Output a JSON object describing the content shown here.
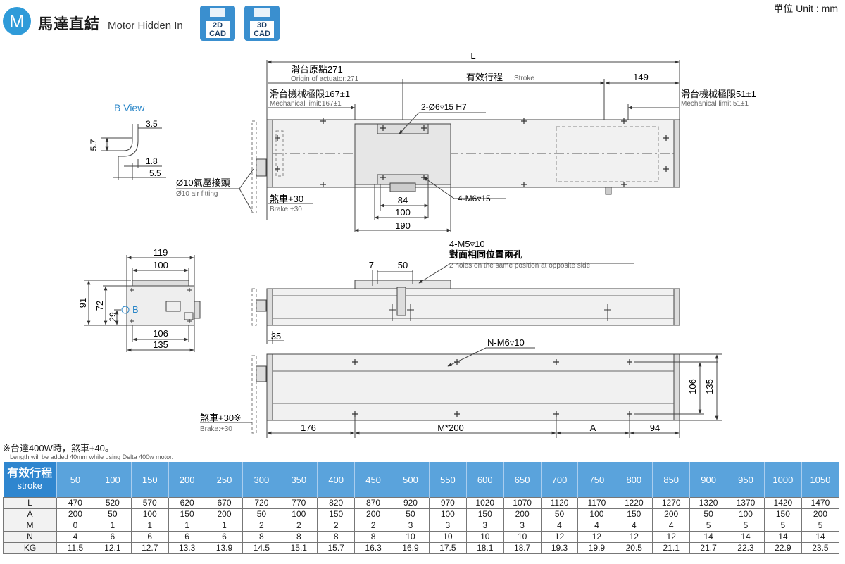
{
  "header": {
    "badge": "M",
    "title_zh": "馬達直結",
    "title_en": "Motor Hidden In",
    "cad_2d_line1": "2D",
    "cad_2d_line2": "CAD",
    "cad_3d_line1": "3D",
    "cad_3d_line2": "CAD",
    "unit": "單位 Unit : mm"
  },
  "drawing": {
    "L": "L",
    "origin_zh": "滑台原點271",
    "origin_en": "Origin of actuator:271",
    "stroke_zh": "有效行程",
    "stroke_en": "Stroke",
    "dim_149": "149",
    "mech_left_zh": "滑台機械極限167±1",
    "mech_left_en": "Mechanical limit:167±1",
    "mech_right_zh": "滑台機械極限51±1",
    "mech_right_en": "Mechanical limit:51±1",
    "hole_h7": "2-Ø6▿15 H7",
    "bview": "B View",
    "dim_3_5": "3.5",
    "dim_5_7": "5.7",
    "dim_1_8": "1.8",
    "dim_5_5": "5.5",
    "air_zh": "Ø10氣壓接頭",
    "air_en": "Ø10 air fitting",
    "brake_zh": "煞車+30",
    "brake_en": "Brake:+30",
    "dim_84": "84",
    "dim_100": "100",
    "dim_190": "190",
    "m6_15": "4-M6▿15",
    "m5_10": "4-M5▿10",
    "m5_zh": "對面相同位置兩孔",
    "m5_en": "2 holes on the same position at opposite side.",
    "dim_7": "7",
    "dim_50": "50",
    "dim_119": "119",
    "dim_100b": "100",
    "dim_91": "91",
    "dim_72": "72",
    "dim_29": "29",
    "label_b": "B",
    "dim_106": "106",
    "dim_135": "135",
    "dim_35": "35",
    "nm6": "N-M6▿10",
    "brake2_zh": "煞車+30※",
    "brake2_en": "Brake:+30",
    "dim_176": "176",
    "dim_m200": "M*200",
    "dim_a": "A",
    "dim_94": "94",
    "dim_106v": "106",
    "dim_135v": "135"
  },
  "notes": {
    "note_zh": "※台達400W時，煞車+40。",
    "note_en": "Length will be added 40mm while using Delta 400w motor."
  },
  "table": {
    "header_zh": "有效行程",
    "header_en": "stroke",
    "strokes": [
      "50",
      "100",
      "150",
      "200",
      "250",
      "300",
      "350",
      "400",
      "450",
      "500",
      "550",
      "600",
      "650",
      "700",
      "750",
      "800",
      "850",
      "900",
      "950",
      "1000",
      "1050"
    ],
    "rows": [
      {
        "label": "L",
        "values": [
          "470",
          "520",
          "570",
          "620",
          "670",
          "720",
          "770",
          "820",
          "870",
          "920",
          "970",
          "1020",
          "1070",
          "1120",
          "1170",
          "1220",
          "1270",
          "1320",
          "1370",
          "1420",
          "1470"
        ]
      },
      {
        "label": "A",
        "values": [
          "200",
          "50",
          "100",
          "150",
          "200",
          "50",
          "100",
          "150",
          "200",
          "50",
          "100",
          "150",
          "200",
          "50",
          "100",
          "150",
          "200",
          "50",
          "100",
          "150",
          "200"
        ]
      },
      {
        "label": "M",
        "values": [
          "0",
          "1",
          "1",
          "1",
          "1",
          "2",
          "2",
          "2",
          "2",
          "3",
          "3",
          "3",
          "3",
          "4",
          "4",
          "4",
          "4",
          "5",
          "5",
          "5",
          "5"
        ]
      },
      {
        "label": "N",
        "values": [
          "4",
          "6",
          "6",
          "6",
          "6",
          "8",
          "8",
          "8",
          "8",
          "10",
          "10",
          "10",
          "10",
          "12",
          "12",
          "12",
          "12",
          "14",
          "14",
          "14",
          "14"
        ]
      },
      {
        "label": "KG",
        "values": [
          "11.5",
          "12.1",
          "12.7",
          "13.3",
          "13.9",
          "14.5",
          "15.1",
          "15.7",
          "16.3",
          "16.9",
          "17.5",
          "18.1",
          "18.7",
          "19.3",
          "19.9",
          "20.5",
          "21.1",
          "21.7",
          "22.3",
          "22.9",
          "23.5"
        ]
      }
    ]
  }
}
